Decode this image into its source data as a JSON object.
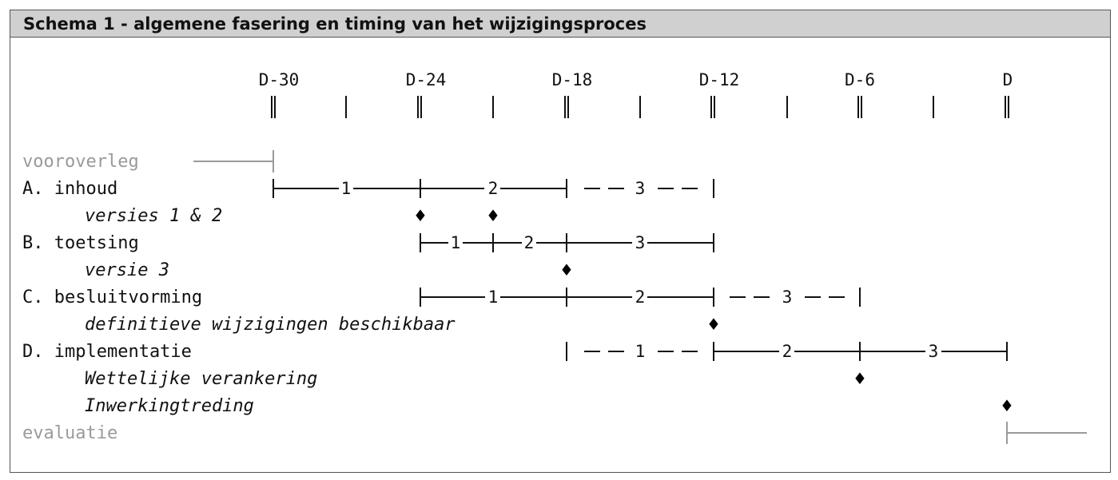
{
  "title": "Schema 1 - algemene fasering en timing van het wijzigingsproces",
  "timeline": [
    "D-30",
    "D-24",
    "D-18",
    "D-12",
    "D-6",
    "D"
  ],
  "rows": [
    {
      "label": "vooroverleg",
      "style": "grey"
    },
    {
      "label": "A. inhoud",
      "style": "normal"
    },
    {
      "label": "versies 1 & 2",
      "style": "italic"
    },
    {
      "label": "B. toetsing",
      "style": "normal"
    },
    {
      "label": "versie 3",
      "style": "italic"
    },
    {
      "label": "C. besluitvorming",
      "style": "normal"
    },
    {
      "label": "definitieve wijzigingen beschikbaar",
      "style": "italic"
    },
    {
      "label": "D. implementatie",
      "style": "normal"
    },
    {
      "label": "Wettelijke verankering",
      "style": "italic"
    },
    {
      "label": "Inwerkingtreding",
      "style": "italic"
    },
    {
      "label": "evaluatie",
      "style": "grey"
    }
  ],
  "phases": {
    "A": [
      {
        "label": "1",
        "from": "D-30",
        "to": "D-24",
        "line": "solid"
      },
      {
        "label": "2",
        "from": "D-24",
        "to": "D-18",
        "line": "solid"
      },
      {
        "label": "3",
        "from": "D-18",
        "to": "D-12",
        "line": "dashed"
      }
    ],
    "B": [
      {
        "label": "1",
        "from": "D-24",
        "to": "D-21",
        "line": "solid"
      },
      {
        "label": "2",
        "from": "D-21",
        "to": "D-18",
        "line": "solid"
      },
      {
        "label": "3",
        "from": "D-18",
        "to": "D-12",
        "line": "solid"
      }
    ],
    "C": [
      {
        "label": "1",
        "from": "D-24",
        "to": "D-18",
        "line": "solid"
      },
      {
        "label": "2",
        "from": "D-18",
        "to": "D-12",
        "line": "solid"
      },
      {
        "label": "3",
        "from": "D-12",
        "to": "D-6",
        "line": "dashed"
      }
    ],
    "D": [
      {
        "label": "1",
        "from": "D-18",
        "to": "D-12",
        "line": "dashed"
      },
      {
        "label": "2",
        "from": "D-12",
        "to": "D-6",
        "line": "solid"
      },
      {
        "label": "3",
        "from": "D-6",
        "to": "D",
        "line": "solid"
      }
    ]
  },
  "milestones": {
    "versies_1_2": [
      "D-24",
      "D-21"
    ],
    "versie_3": [
      "D-18"
    ],
    "definitieve_wijzigingen": [
      "D-12"
    ],
    "wettelijke_verankering": [
      "D-6"
    ],
    "inwerkingtreding": [
      "D"
    ]
  },
  "marker": "♦",
  "colors": {
    "title_bar": "#d0d0d0",
    "grey_text": "#9a9a9a",
    "text": "#111111"
  }
}
